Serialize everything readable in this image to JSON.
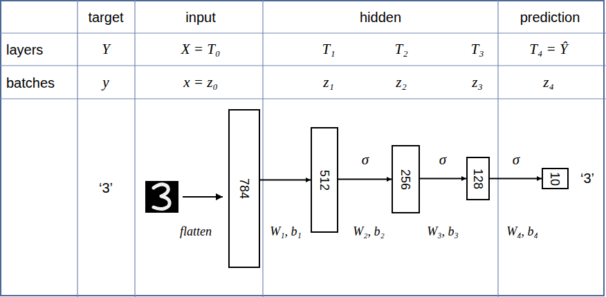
{
  "diagram": {
    "nodes": [
      {
        "text": [
          "784"
        ]
      },
      {
        "text": [
          "512"
        ]
      },
      {
        "text": [
          "256"
        ]
      },
      {
        "text": [
          "128"
        ]
      },
      {
        "text": [
          "10"
        ]
      }
    ],
    "edges": [
      {
        "from": 0,
        "to": 1,
        "arrow": "to",
        "label": "W₁, b₁"
      },
      {
        "from": 1,
        "to": 2,
        "arrow": "to",
        "label": "W₂, b₂"
      },
      {
        "from": 2,
        "to": 3,
        "arrow": "to",
        "label": "W₃, b₃"
      },
      {
        "from": 3,
        "to": 4,
        "arrow": "to",
        "label": "W₄, b₄"
      }
    ],
    "labels": [
      "target",
      "input",
      "hidden",
      "prediction",
      "layers",
      "Y",
      "X = T₀",
      "T₁",
      "T₂",
      "T₃",
      "T₄ = Ŷ",
      "batches",
      "y",
      "x = z₀",
      "z₁",
      "z₂",
      "z₃",
      "z₄",
      "‘3’",
      "flatten",
      "σ",
      "σ",
      "σ",
      "‘3’"
    ]
  }
}
